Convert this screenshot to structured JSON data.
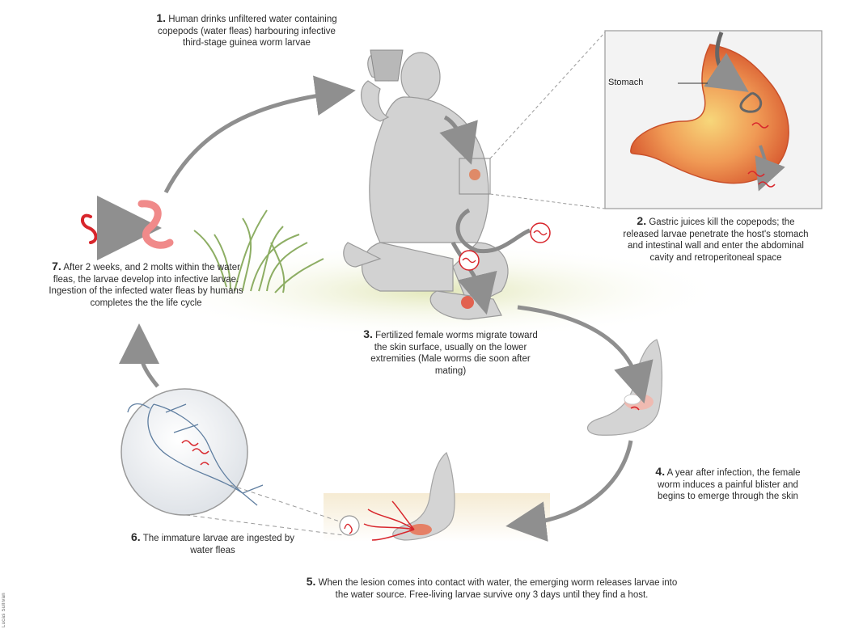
{
  "steps": [
    {
      "num": "1.",
      "text": "Human drinks unfiltered water containing copepods (water fleas) harbouring infective third-stage guinea worm larvae"
    },
    {
      "num": "2.",
      "text": "Gastric juices kill the copepods; the released larvae penetrate the host's stomach and intestinal wall and enter the abdominal cavity and retroperitoneal space"
    },
    {
      "num": "3.",
      "text": "Fertilized female worms migrate toward the skin surface, usually on the lower extremities (Male worms die soon after mating)"
    },
    {
      "num": "4.",
      "text": "A year after infection, the female worm induces a painful blister and begins to emerge through the skin"
    },
    {
      "num": "5.",
      "text": "When the lesion comes into contact with water, the emerging worm releases larvae into the water source. Free-living larvae survive ony 3 days until they find a host."
    },
    {
      "num": "6.",
      "text": "The immature larvae are ingested by water fleas"
    },
    {
      "num": "7.",
      "text": "After 2 weeks, and 2 molts within the water fleas, the larvae develop into infective larvae. Ingestion of the infected water fleas by humans completes the the life cycle"
    }
  ],
  "labels": {
    "stomach": "Stomach"
  },
  "credit": "Lucas Sullivan",
  "colors": {
    "arrow": "#8f8f8f",
    "worm": "#d8262c",
    "stomach": "#e86a3a",
    "skin": "#c9c9c9",
    "grass": "#7aa04a"
  }
}
